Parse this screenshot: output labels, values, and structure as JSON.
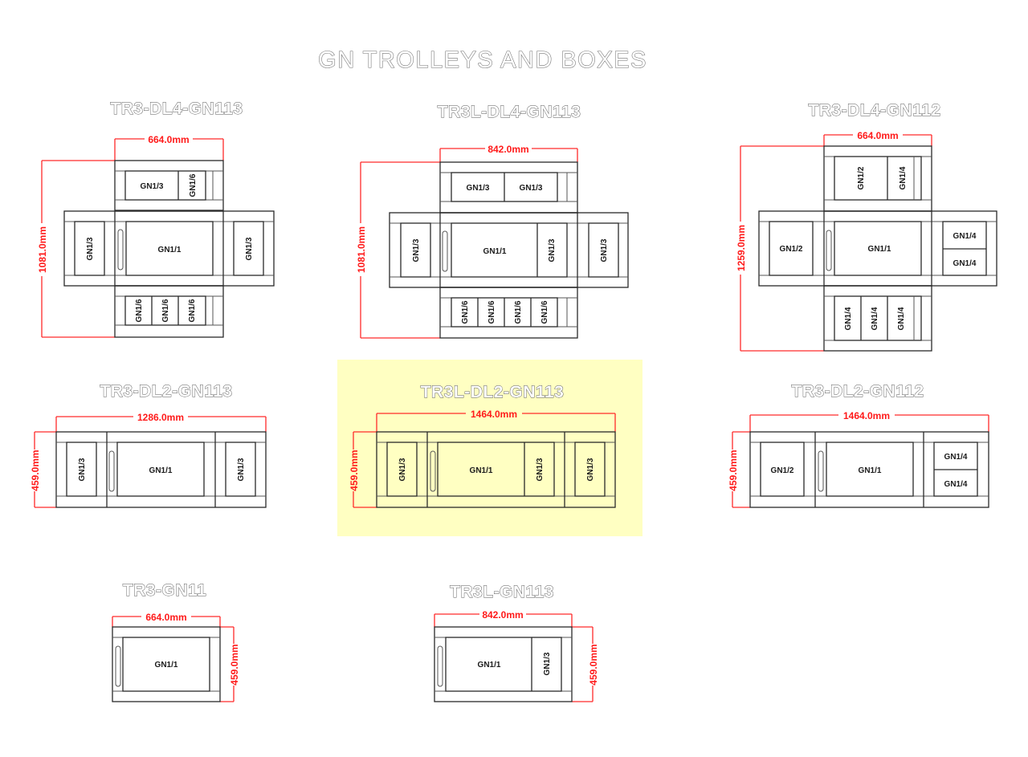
{
  "title": "GN TROLLEYS AND BOXES",
  "highlight_color": "#ffffc2",
  "dimension_color": "#ff1a1a",
  "diagrams": [
    {
      "name": "TR3-DL4-GN113",
      "width_label": "664.0mm",
      "height_label": "1081.0mm",
      "top_box": [
        "GN1/3",
        "GN1/6"
      ],
      "left_box": [
        "GN1/3"
      ],
      "center_box": [
        "GN1/1"
      ],
      "right_box": [
        "GN1/3"
      ],
      "bottom_box": [
        "GN1/6",
        "GN1/6",
        "GN1/6"
      ]
    },
    {
      "name": "TR3L-DL4-GN113",
      "width_label": "842.0mm",
      "height_label": "1081.0mm",
      "top_box": [
        "GN1/3",
        "GN1/3"
      ],
      "left_box": [
        "GN1/3"
      ],
      "center_box": [
        "GN1/1",
        "GN1/3"
      ],
      "right_box": [
        "GN1/3"
      ],
      "bottom_box": [
        "GN1/6",
        "GN1/6",
        "GN1/6",
        "GN1/6"
      ]
    },
    {
      "name": "TR3-DL4-GN112",
      "width_label": "664.0mm",
      "height_label": "1259.0mm",
      "top_box": [
        "GN1/2",
        "GN1/4"
      ],
      "left_box": [
        "GN1/2"
      ],
      "center_box": [
        "GN1/1"
      ],
      "right_box": [
        "GN1/4",
        "GN1/4"
      ],
      "bottom_box": [
        "GN1/4",
        "GN1/4",
        "GN1/4"
      ]
    },
    {
      "name": "TR3-DL2-GN113",
      "width_label": "1286.0mm",
      "height_label": "459.0mm",
      "left_box": [
        "GN1/3"
      ],
      "center_box": [
        "GN1/1"
      ],
      "right_box": [
        "GN1/3"
      ],
      "highlighted": false
    },
    {
      "name": "TR3L-DL2-GN113",
      "width_label": "1464.0mm",
      "height_label": "459.0mm",
      "left_box": [
        "GN1/3"
      ],
      "center_box": [
        "GN1/1",
        "GN1/3"
      ],
      "right_box": [
        "GN1/3"
      ],
      "highlighted": true
    },
    {
      "name": "TR3-DL2-GN112",
      "width_label": "1464.0mm",
      "height_label": "459.0mm",
      "left_box": [
        "GN1/2"
      ],
      "center_box": [
        "GN1/1"
      ],
      "right_box": [
        "GN1/4",
        "GN1/4"
      ],
      "highlighted": false
    },
    {
      "name": "TR3-GN11",
      "width_label": "664.0mm",
      "height_label": "459.0mm",
      "center_box": [
        "GN1/1"
      ]
    },
    {
      "name": "TR3L-GN113",
      "width_label": "842.0mm",
      "height_label": "459.0mm",
      "center_box": [
        "GN1/1",
        "GN1/3"
      ]
    }
  ]
}
